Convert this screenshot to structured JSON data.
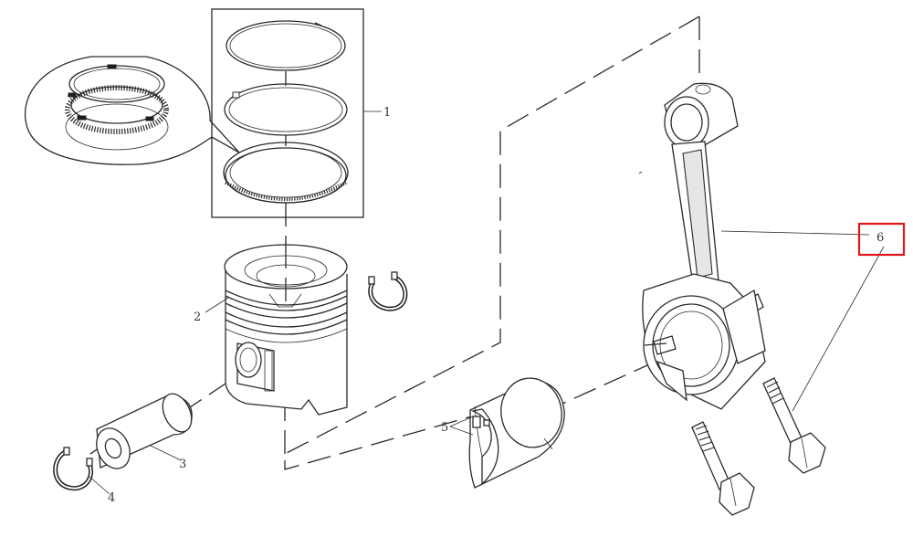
{
  "callouts": [
    {
      "id": "1",
      "label": "1"
    },
    {
      "id": "2",
      "label": "2"
    },
    {
      "id": "3",
      "label": "3"
    },
    {
      "id": "4",
      "label": "4"
    },
    {
      "id": "5",
      "label": "5"
    },
    {
      "id": "6",
      "label": "6"
    }
  ],
  "highlight": {
    "callout": "6",
    "color": "#e0161b"
  },
  "parts": [
    {
      "callout": "1",
      "icon": "piston-ring-set-icon"
    },
    {
      "callout": "2",
      "icon": "piston-icon"
    },
    {
      "callout": "3",
      "icon": "piston-pin-icon"
    },
    {
      "callout": "4",
      "icon": "snap-ring-icon"
    },
    {
      "callout": "5",
      "icon": "bearing-shell-icon"
    },
    {
      "callout": "6",
      "icon": "connecting-rod-icon"
    }
  ]
}
